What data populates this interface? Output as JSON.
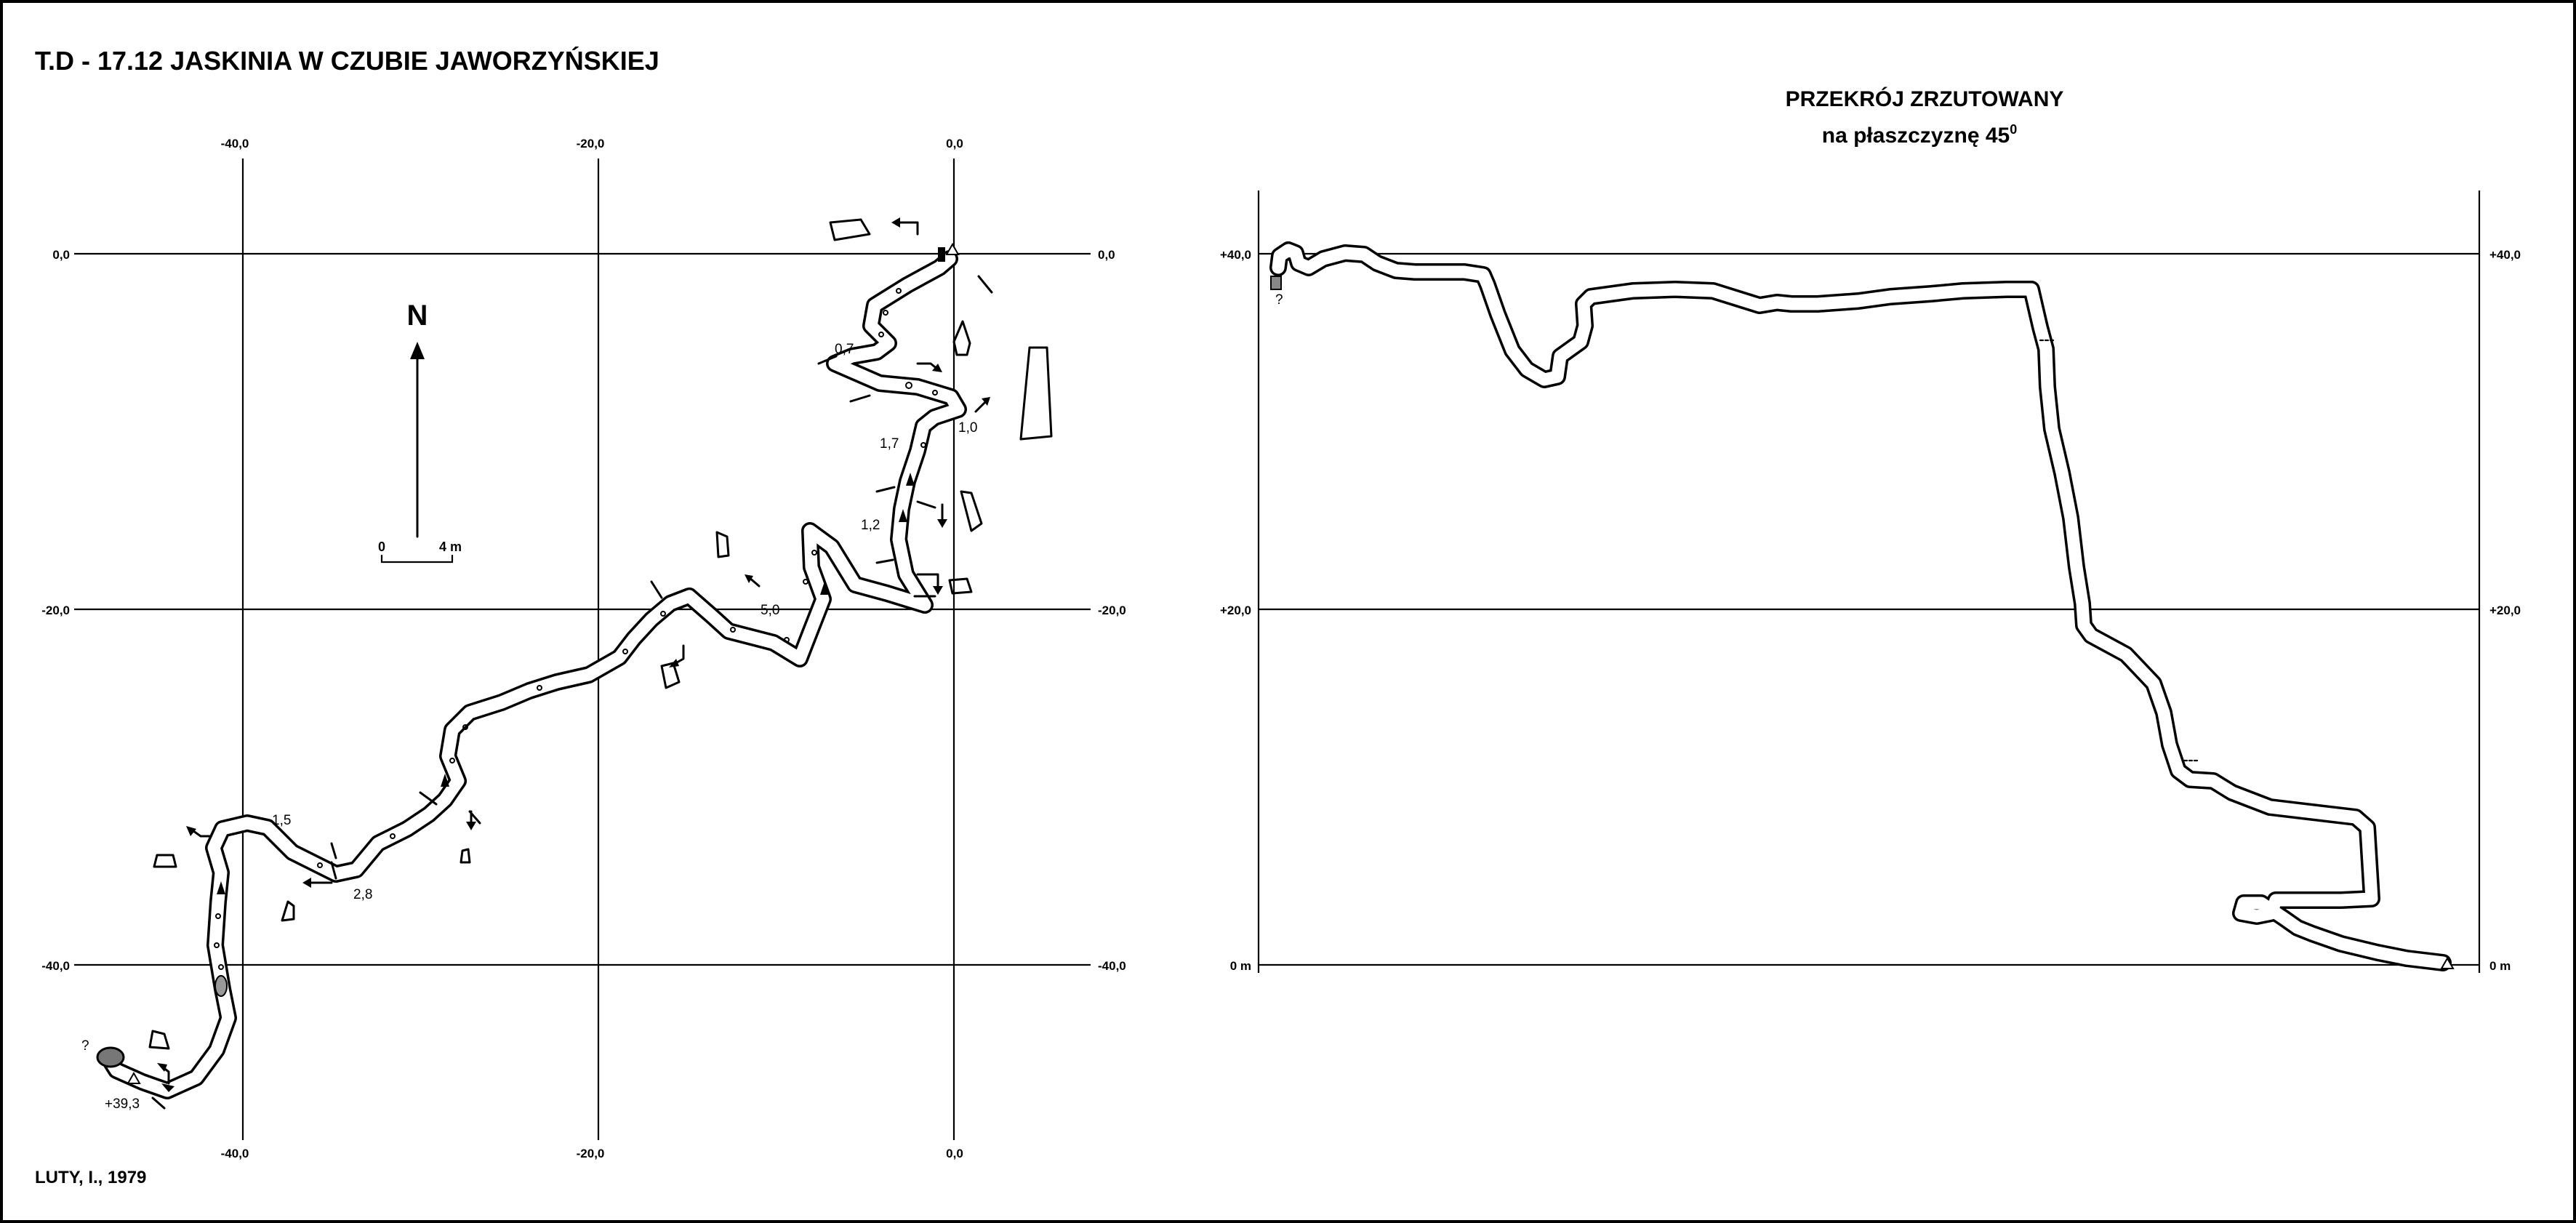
{
  "title": "T.D - 17.12  JASKINIA W CZUBIE JAWORZYŃSKIEJ",
  "author": "LUTY, I., 1979",
  "plan": {
    "north_label": "N",
    "scale_start": "0",
    "scale_end": "4 m",
    "x_ticks_top": [
      "-40,0",
      "-20,0",
      "0,0"
    ],
    "x_ticks_bottom": [
      "-40,0",
      "-20,0",
      "0,0"
    ],
    "y_ticks_left": [
      "0,0",
      "-20,0",
      "-40,0"
    ],
    "y_ticks_right": [
      "0,0",
      "-20,0",
      "-40,0"
    ],
    "measurements": [
      "0,7",
      "1,0",
      "1,7",
      "1,2",
      "5,0",
      "1,5",
      "2,8",
      "+39,3"
    ],
    "unknown_mark": "?"
  },
  "section": {
    "title_line1": "PRZEKRÓJ ZRZUTOWANY",
    "title_line2": "na płaszczyznę 45",
    "title_sup": "0",
    "y_ticks_left": [
      "+40,0",
      "+20,0",
      "0 m"
    ],
    "y_ticks_right": [
      "+40,0",
      "+20,0",
      "0 m"
    ],
    "unknown_mark": "?"
  }
}
